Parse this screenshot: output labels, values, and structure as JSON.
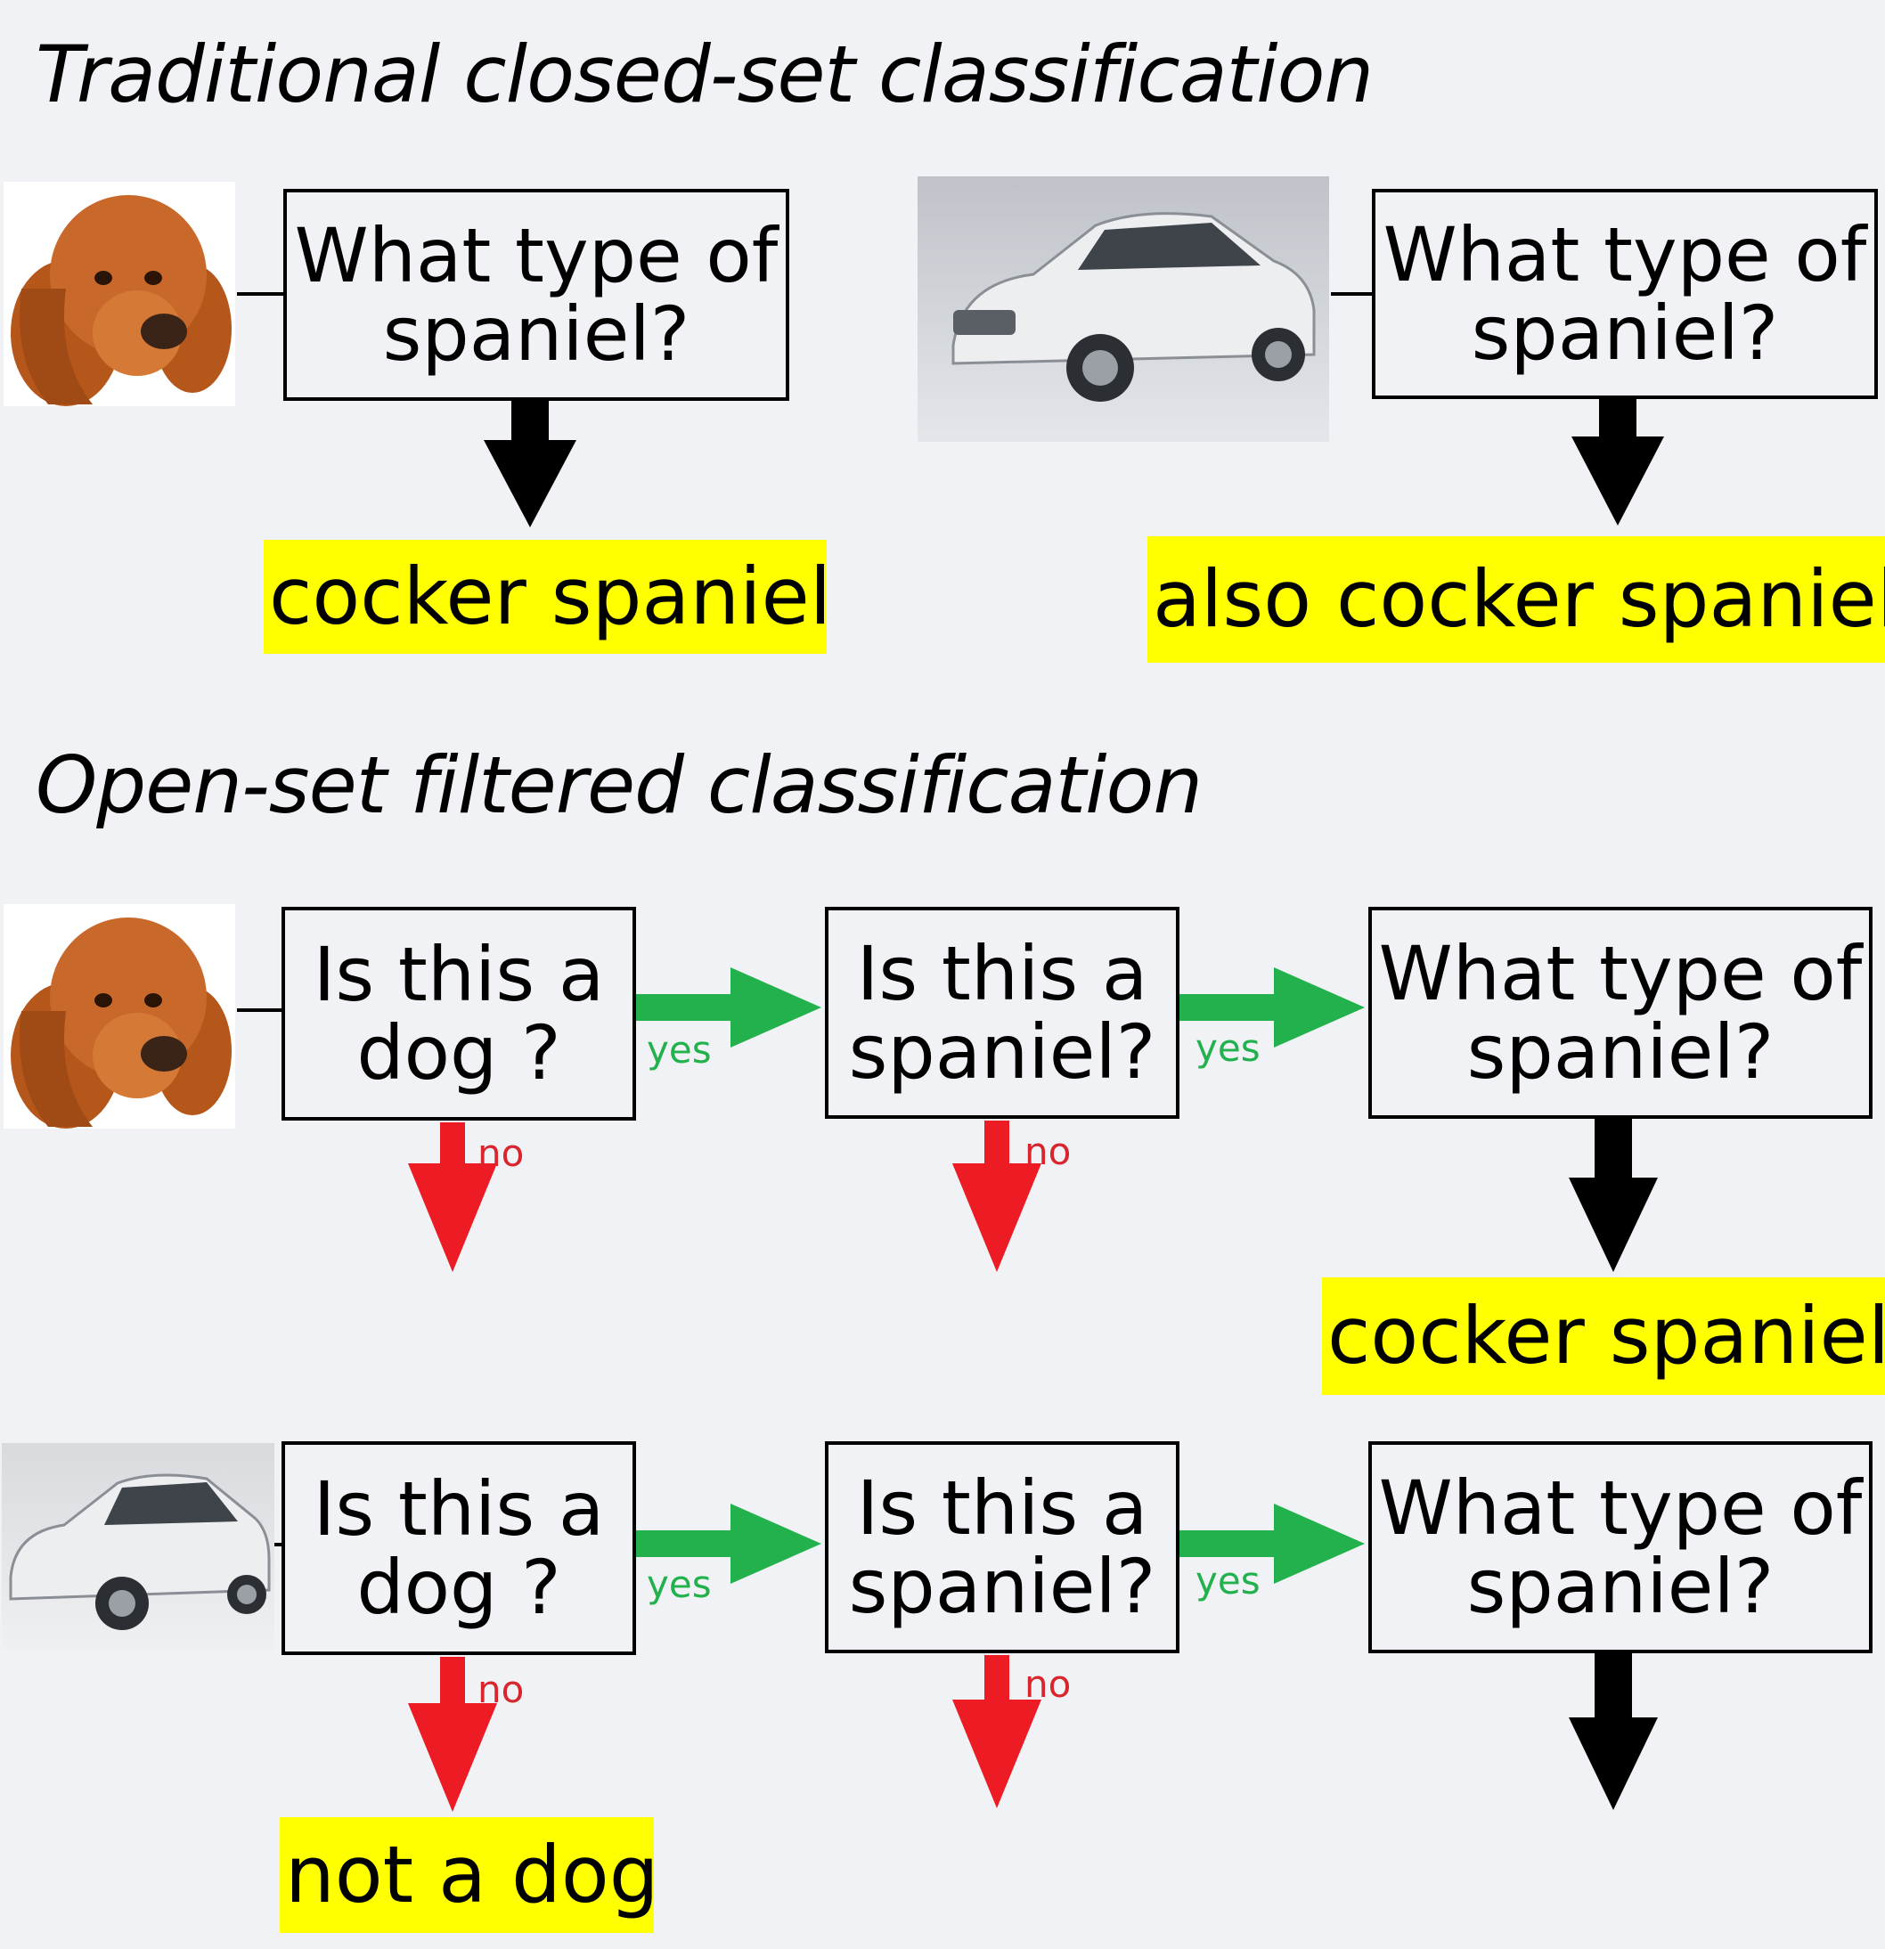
{
  "closed_set": {
    "title": "Traditional closed-set classification",
    "dog_question": {
      "line1": "What type of",
      "line2": "spaniel?"
    },
    "dog_result": "cocker spaniel",
    "car_question": {
      "line1": "What type of",
      "line2": "spaniel?"
    },
    "car_result": "also cocker spaniel"
  },
  "open_set": {
    "title": "Open-set filtered classification",
    "dog_row": {
      "q1": {
        "line1": "Is this a",
        "line2": "dog ?"
      },
      "q2": {
        "line1": "Is this a",
        "line2": "spaniel?"
      },
      "q3": {
        "line1": "What type of",
        "line2": "spaniel?"
      },
      "yes1": "yes",
      "yes2": "yes",
      "no1": "no",
      "no2": "no",
      "result": "cocker spaniel"
    },
    "car_row": {
      "q1": {
        "line1": "Is this a",
        "line2": "dog ?"
      },
      "q2": {
        "line1": "Is this a",
        "line2": "spaniel?"
      },
      "q3": {
        "line1": "What type of",
        "line2": "spaniel?"
      },
      "yes1": "yes",
      "yes2": "yes",
      "no1": "no",
      "no2": "no",
      "result": "not a dog"
    }
  },
  "colors": {
    "background": "#f0f2f5",
    "highlight": "#ffff00",
    "yes_arrow": "#22b14c",
    "no_arrow": "#ed1c24",
    "neutral_arrow": "#000000"
  },
  "images": {
    "dog": "cocker-spaniel-photo",
    "car": "silver-sedan-photo"
  }
}
